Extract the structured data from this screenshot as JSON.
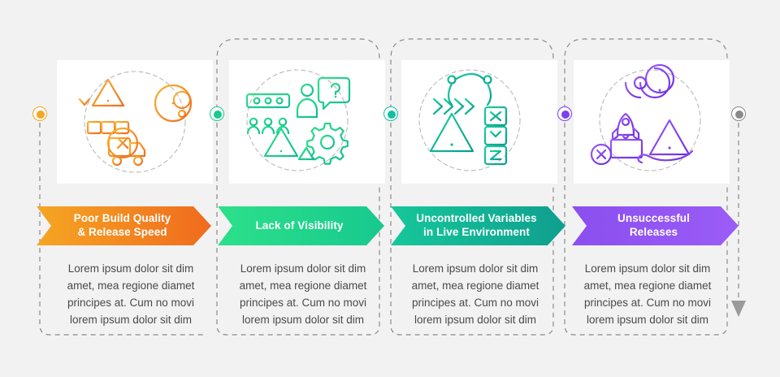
{
  "diagram": {
    "type": "process-steps-infographic",
    "background_color": "#f2f2f2",
    "step_count": 4,
    "steps": [
      {
        "label": "Poor Build Quality\n& Release Speed",
        "label_line1": "Poor Build Quality",
        "label_line2": "& Release Speed",
        "color": "#f28c1e",
        "dot_color": "#f5a623",
        "body": "Lorem ipsum dolor sit dim amet, mea regione diamet principes at. Cum no movi lorem ipsum dolor sit dim",
        "icon_names": [
          "warning-triangle-icon",
          "hierarchy-icon",
          "down-arrow-icon",
          "stopwatch-gear-icon",
          "conveyor-belt-error-icon"
        ]
      },
      {
        "label": "Lack of Visibility",
        "label_line1": "Lack of Visibility",
        "label_line2": "",
        "color": "#1fd089",
        "dot_color": "#18c98d",
        "body": "Lorem ipsum dolor sit dim amet, mea regione diamet principes at. Cum no movi lorem ipsum dolor sit dim",
        "icon_names": [
          "team-people-icon",
          "question-bubble-icon",
          "person-icon",
          "warning-triangle-icon",
          "gear-icon"
        ]
      },
      {
        "label": "Uncontrolled Variables\nin Live Environment",
        "label_line1": "Uncontrolled Variables",
        "label_line2": "in Live Environment",
        "color": "#12b49a",
        "dot_color": "#12c0a0",
        "body": "Lorem ipsum dolor sit dim amet, mea regione diamet principes at. Cum no movi lorem ipsum dolor sit dim",
        "icon_names": [
          "flow-branch-icon",
          "warning-triangle-icon",
          "xyz-variables-icon"
        ]
      },
      {
        "label": "Unsuccessful\nReleases",
        "label_line1": "Unsuccessful",
        "label_line2": "Releases",
        "color": "#8b4ff0",
        "dot_color": "#7b3ff2",
        "body": "Lorem ipsum dolor sit dim amet, mea regione diamet principes at. Cum no movi lorem ipsum dolor sit dim",
        "icon_names": [
          "gear-alert-icon",
          "rocket-box-icon",
          "error-cross-icon",
          "warning-triangle-icon",
          "hand-icon"
        ]
      }
    ],
    "end_marker": {
      "dot_color": "#8a8a8a",
      "arrow_color": "#9a9a9a",
      "name": "end-arrow"
    }
  }
}
